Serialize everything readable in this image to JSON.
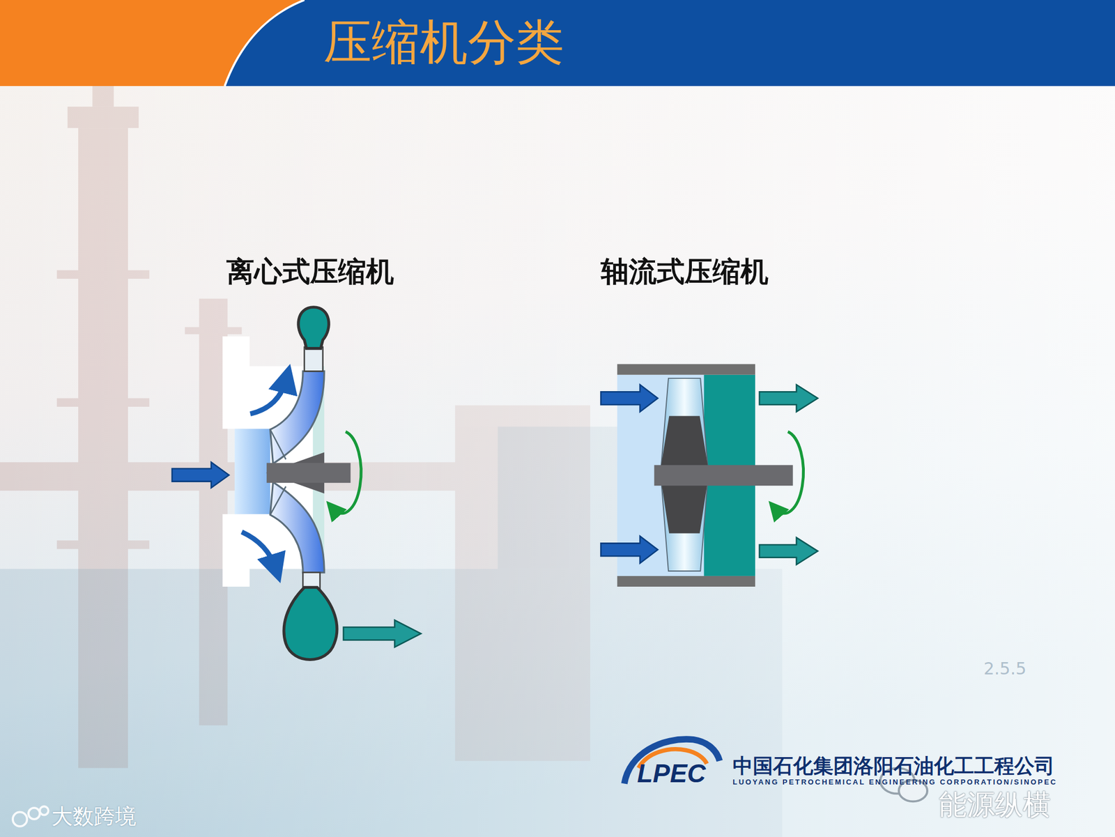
{
  "diagram": {
    "title": "压缩机分类",
    "labels": [
      "离心式压缩机",
      "轴流式压缩机",
      "LPEC",
      "中国石化集团洛阳石油化工工程公司",
      "LUOYANG PETROCHEMICAL ENGINEERING CORPORATION/SINOPEC",
      "能源纵横",
      "大数跨境",
      "2.5.5"
    ]
  }
}
